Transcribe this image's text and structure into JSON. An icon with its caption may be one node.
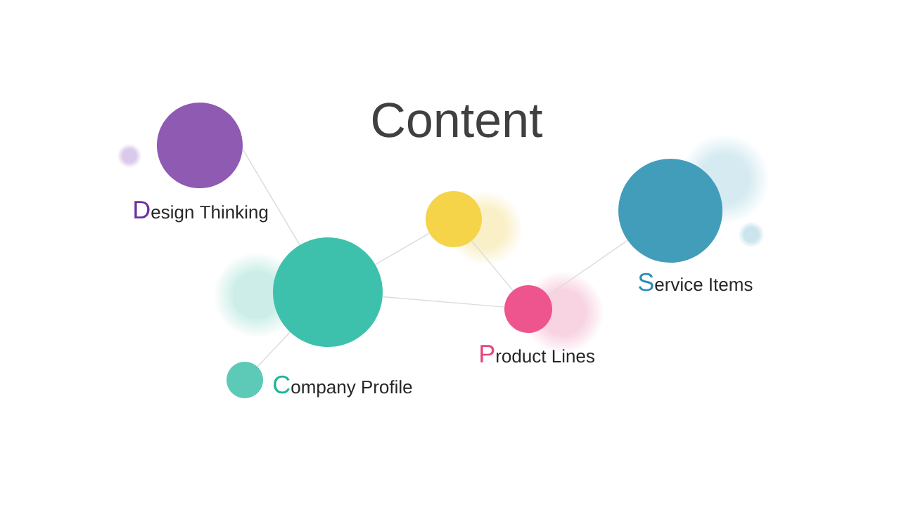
{
  "diagram": {
    "title": "Content",
    "nodes": [
      {
        "text": [
          "Design Thinking"
        ]
      },
      {
        "text": [
          "Company Profile"
        ]
      },
      {
        "text": [],
        "shape": "circle"
      },
      {
        "text": [],
        "shape": "circle"
      },
      {
        "text": [
          "Product Lines"
        ]
      },
      {
        "text": [
          "Service Items"
        ]
      }
    ],
    "edges": [
      {
        "from": 0,
        "to": 2,
        "arrow": "none"
      },
      {
        "from": 1,
        "to": 2,
        "arrow": "none"
      },
      {
        "from": 2,
        "to": 3,
        "arrow": "none"
      },
      {
        "from": 2,
        "to": 4,
        "arrow": "none"
      },
      {
        "from": 3,
        "to": 4,
        "arrow": "none"
      },
      {
        "from": 4,
        "to": 5,
        "arrow": "none"
      }
    ]
  }
}
